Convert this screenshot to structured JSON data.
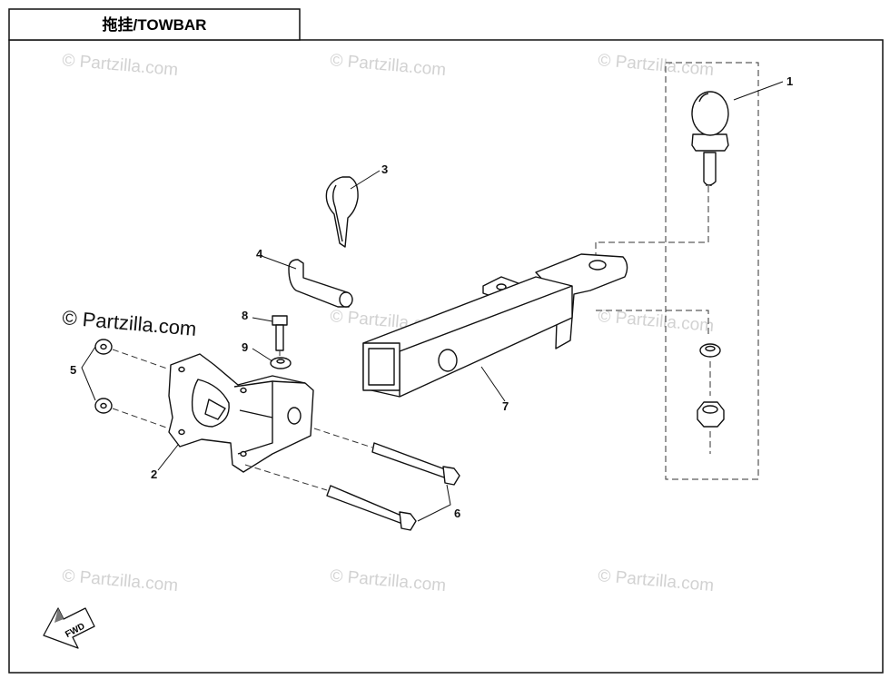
{
  "title": "拖挂/TOWBAR",
  "watermark": "© Partzilla.com",
  "watermark_prominent": "© Partzilla.com",
  "direction_arrow_label": "FWD",
  "callouts": [
    "1",
    "2",
    "3",
    "4",
    "5",
    "6",
    "7",
    "8",
    "9"
  ],
  "parts": [
    {
      "number": "1",
      "icon": "ball-mount-assembly-icon"
    },
    {
      "number": "2",
      "icon": "hitch-bracket-icon"
    },
    {
      "number": "3",
      "icon": "hitch-pin-clip-icon"
    },
    {
      "number": "4",
      "icon": "hitch-pin-icon"
    },
    {
      "number": "5",
      "icon": "washer-icon"
    },
    {
      "number": "6",
      "icon": "bolt-icon"
    },
    {
      "number": "7",
      "icon": "receiver-tube-icon"
    },
    {
      "number": "8",
      "icon": "bolt-icon"
    },
    {
      "number": "9",
      "icon": "washer-icon"
    }
  ]
}
